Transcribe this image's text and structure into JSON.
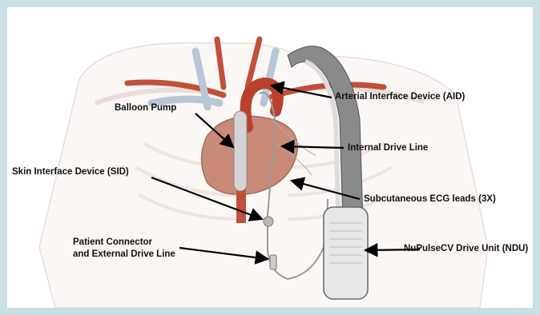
{
  "labels": {
    "balloon_pump": "Balloon Pump",
    "aid": "Arterial Interface Device (AID)",
    "internal_drive_line": "Internal Drive Line",
    "sid": "Skin Interface Device (SID)",
    "ecg_leads": "Subcutaneous ECG leads (3X)",
    "patient_connector_line1": "Patient Connector",
    "patient_connector_line2": "and External Drive Line",
    "ndu": "NuPulseCV Drive Unit (NDU)"
  },
  "colors": {
    "background": "#c9e0e3",
    "artery": "#c0503a",
    "heart": "#c98a78",
    "vein": "#b9c6d6",
    "device": "#cfcfcf",
    "belt": "#8a8a8a"
  }
}
